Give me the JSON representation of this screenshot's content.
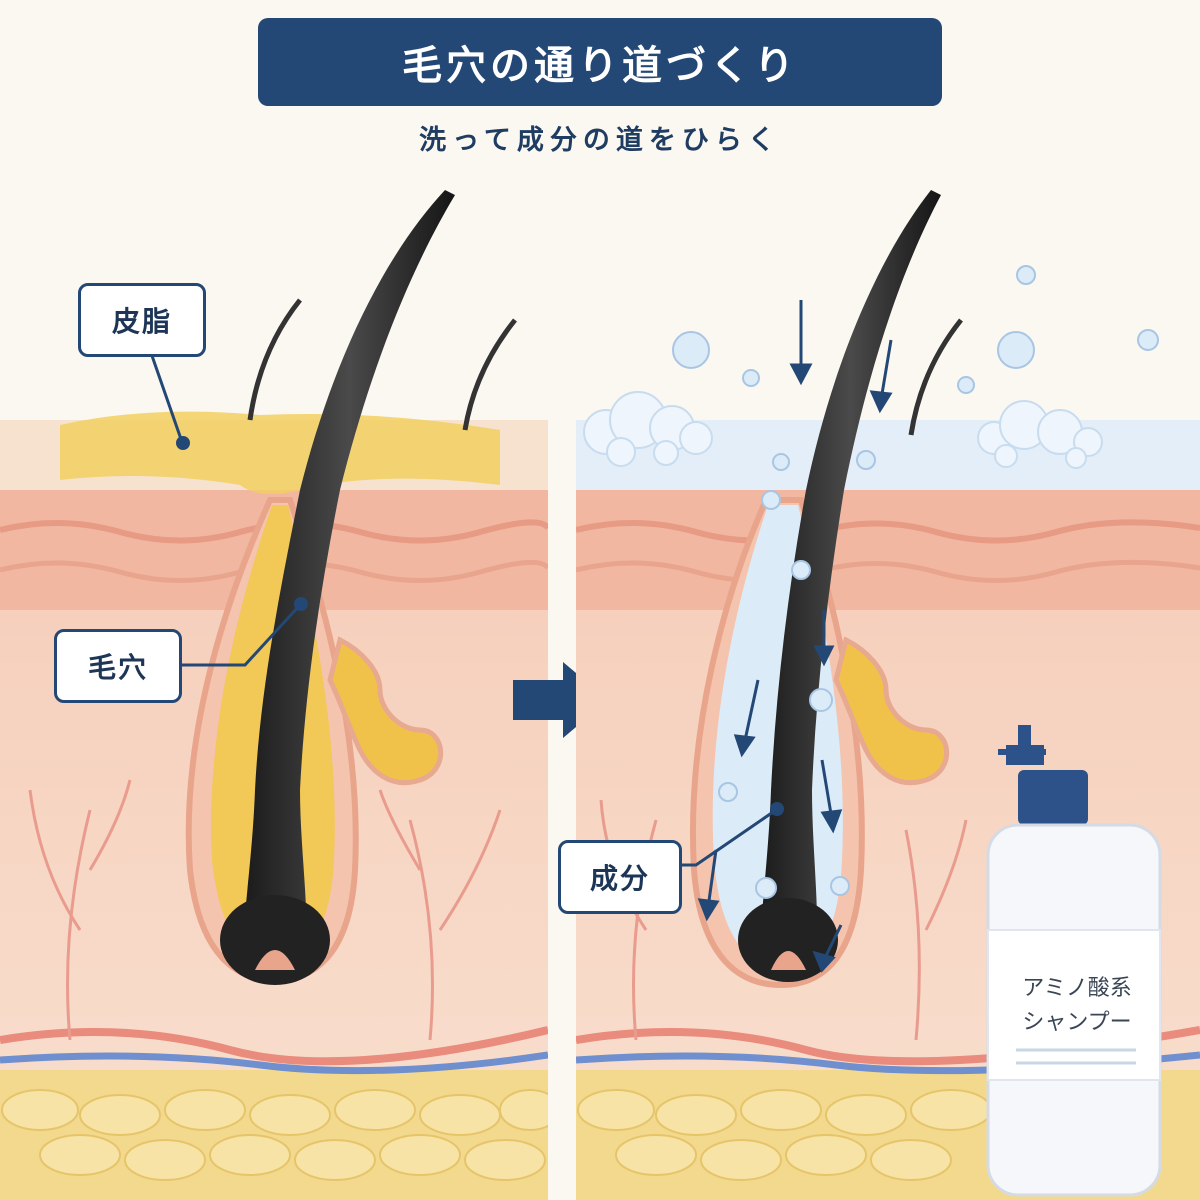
{
  "header": {
    "title": "毛穴の通り道づくり",
    "subtitle": "洗って成分の道をひらく"
  },
  "labels": {
    "sebum": "皮脂",
    "pore": "毛穴",
    "ingredient": "成分"
  },
  "product": {
    "line1": "アミノ酸系",
    "line2": "シャンプー"
  },
  "colors": {
    "title_bg": "#234876",
    "accent": "#234876",
    "sebum": "#f2c94c",
    "skin_top": "#f3c2ae",
    "foam": "#dcebf8"
  }
}
